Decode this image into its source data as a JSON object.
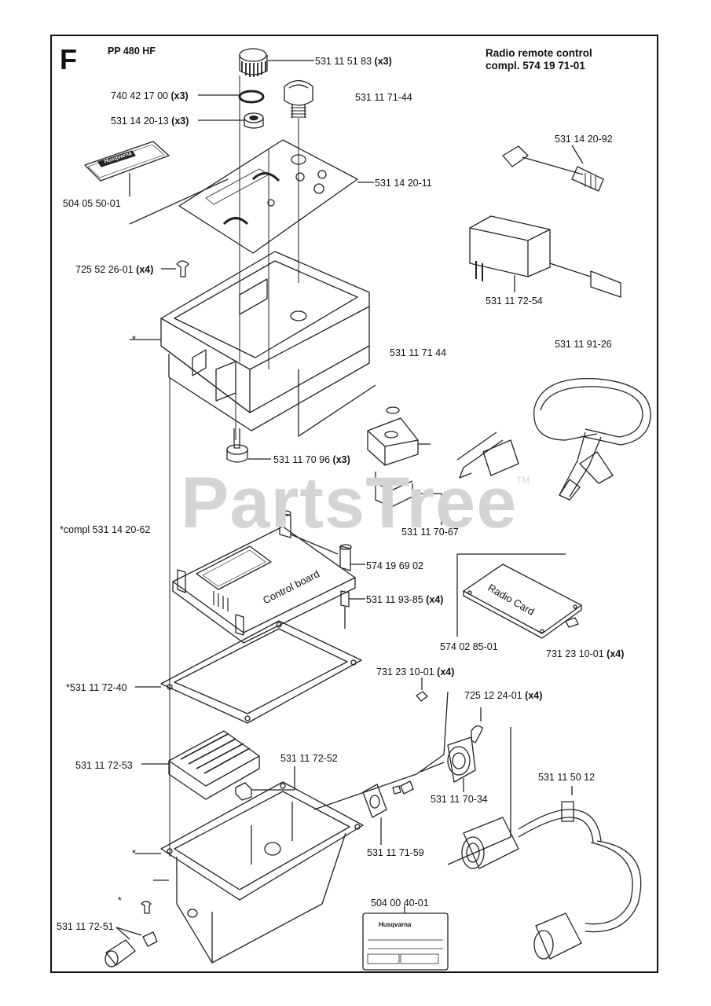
{
  "section_letter": "F",
  "model": "PP 480 HF",
  "radio": {
    "line1": "Radio remote control",
    "line2": "compl. 574 19 71-01"
  },
  "watermark": "PartsTree",
  "watermark_tm": "TM",
  "board_text": {
    "control": "Control board",
    "radio": "Radio Card"
  },
  "tag_brand": "Husqvarna",
  "decal_brand": "Husqvarna",
  "labels": {
    "knob": "531 11 51 83",
    "knob_qty": "(x3)",
    "oring": "740 42 17 00",
    "oring_qty": "(x3)",
    "nut": "531 14 20-13",
    "nut_qty": "(x3)",
    "button": "531 11 71-44",
    "decal": "504 05 50-01",
    "panel": "531 14 20-11",
    "antenna": "531 14 20-92",
    "screw1": "725 52 26-01",
    "screw1_qty": "(x4)",
    "charger": "531 11 72-54",
    "star_top": "*",
    "box": "531 11 71 44",
    "strap": "531 11 91-26",
    "feet": "531 11 70 96",
    "feet_qty": "(x3)",
    "compl": "*compl 531 14 20-62",
    "holder": "531 11 70-67",
    "spacer": "574 19 69 02",
    "spacer2": "531 11 93-85",
    "spacer2_qty": "(x4)",
    "radio_card": "574 02 85-01",
    "nut2": "731 23 10-01",
    "nut2_qty": "(x4)",
    "gasket": "*531 11 72-40",
    "nut3": "731 23 10-01",
    "nut3_qty": "(x4)",
    "screw2": "725 12 24-01",
    "screw2_qty": "(x4)",
    "battery": "531 11 72-53",
    "clip": "531 11 72-52",
    "connector": "531 11 70-34",
    "cable": "531 11 50 12",
    "star_mid": "*",
    "plate": "531 11 71-59",
    "star_bot": "*",
    "tag": "504 00 40-01",
    "plug": "531 11 72-51"
  }
}
